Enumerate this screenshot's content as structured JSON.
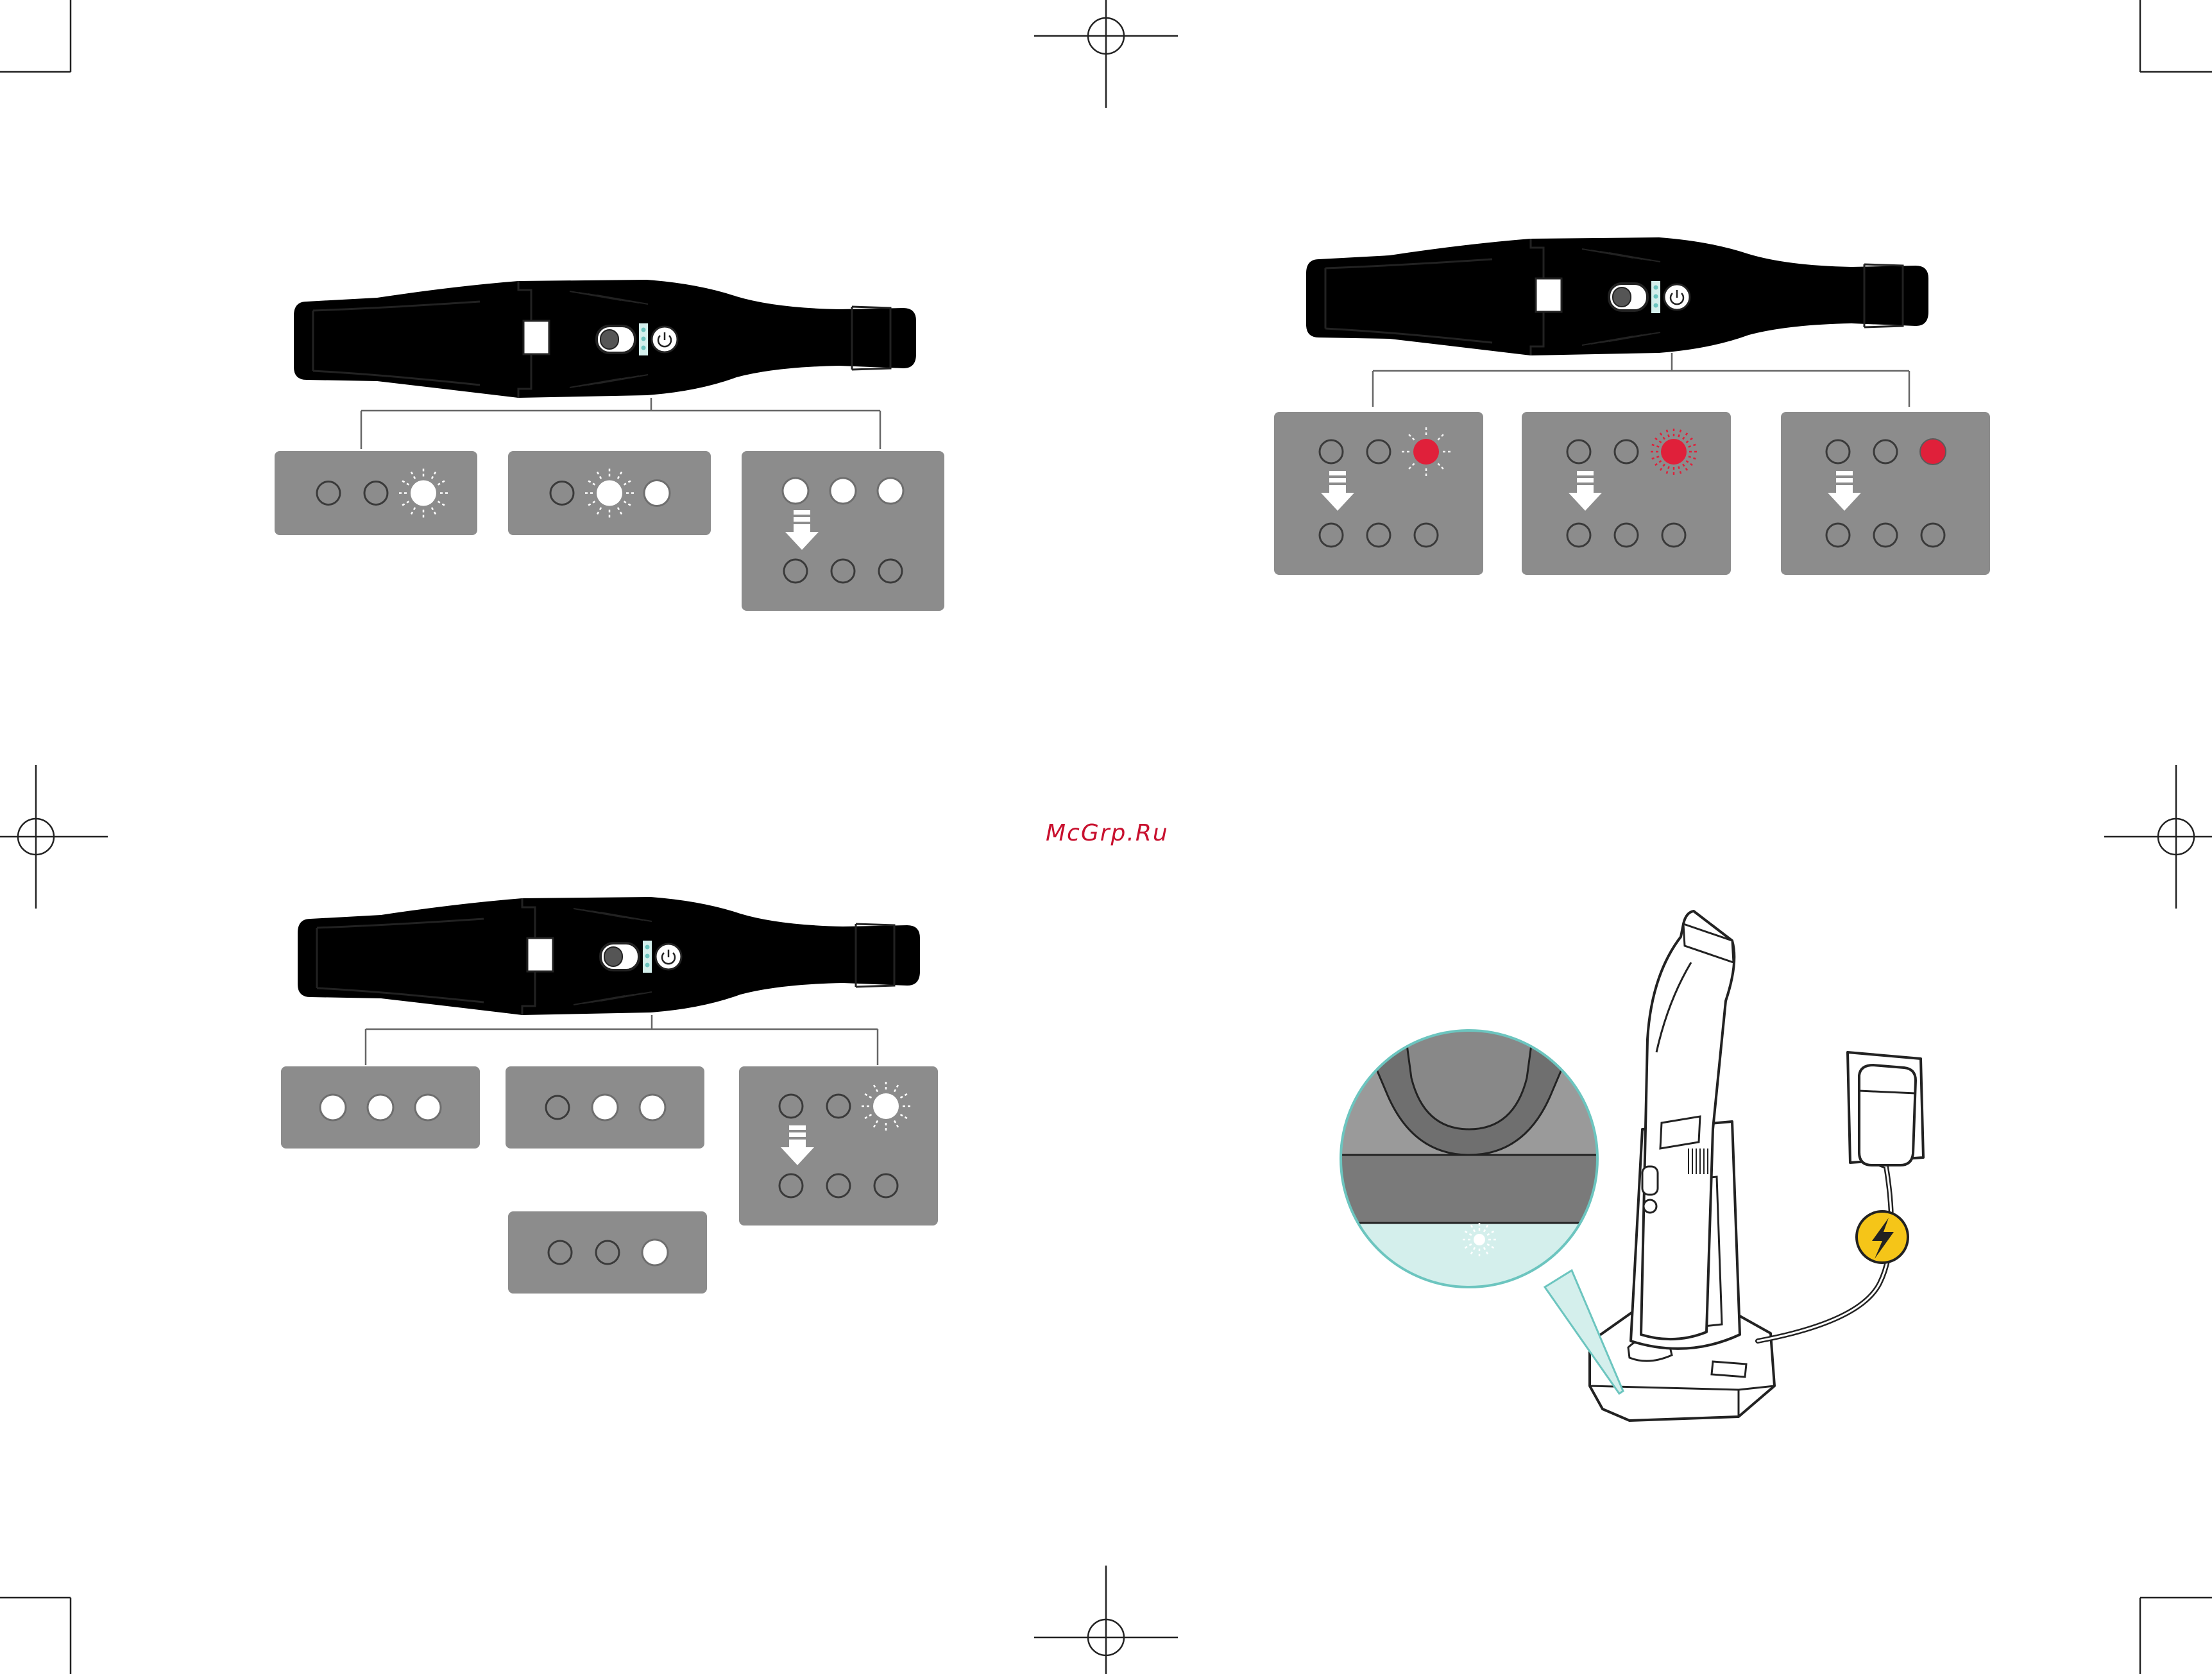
{
  "watermark": {
    "text": "McGrp.Ru",
    "color": "#c8102e"
  },
  "colors": {
    "panel": "#8c8c8c",
    "panel_dark": "#7a7a7a",
    "led_off_stroke": "#3a3a3a",
    "led_on": "#ffffff",
    "led_red": "#e0203a",
    "teal": "#d4efec",
    "teal_stroke": "#6cc5bf",
    "bolt_fill": "#f5c518",
    "outline": "#222222"
  },
  "icons": [
    "arrow-down-icon",
    "power-icon",
    "lightning-bolt-icon",
    "crop-mark-icon"
  ],
  "diagrams": {
    "battery_levels": {
      "panels": [
        {
          "leds": [
            "off",
            "off",
            "blink"
          ]
        },
        {
          "leds": [
            "off",
            "blink",
            "on"
          ]
        },
        {
          "leds_top": [
            "on",
            "on",
            "on"
          ],
          "arrow": true,
          "leds_bottom": [
            "off",
            "off",
            "off"
          ]
        }
      ]
    },
    "low_battery": {
      "panels": [
        {
          "leds_top": [
            "off",
            "off",
            "red-blink-slow"
          ],
          "arrow": true,
          "leds_bottom": [
            "off",
            "off",
            "off"
          ]
        },
        {
          "leds_top": [
            "off",
            "off",
            "red-blink-fast"
          ],
          "arrow": true,
          "leds_bottom": [
            "off",
            "off",
            "off"
          ]
        },
        {
          "leds_top": [
            "off",
            "off",
            "red-on"
          ],
          "arrow": true,
          "leds_bottom": [
            "off",
            "off",
            "off"
          ]
        }
      ]
    },
    "charging": {
      "panels": [
        {
          "leds": [
            "on",
            "on",
            "on"
          ]
        },
        {
          "leds": [
            "off",
            "on",
            "on"
          ]
        },
        {
          "leds_top": [
            "off",
            "off",
            "blink"
          ],
          "arrow": true,
          "leds_bottom": [
            "off",
            "off",
            "off"
          ]
        },
        {
          "leds": [
            "off",
            "off",
            "on"
          ]
        }
      ]
    },
    "dock": {
      "base_led": "blink",
      "charger": "plugged"
    }
  }
}
